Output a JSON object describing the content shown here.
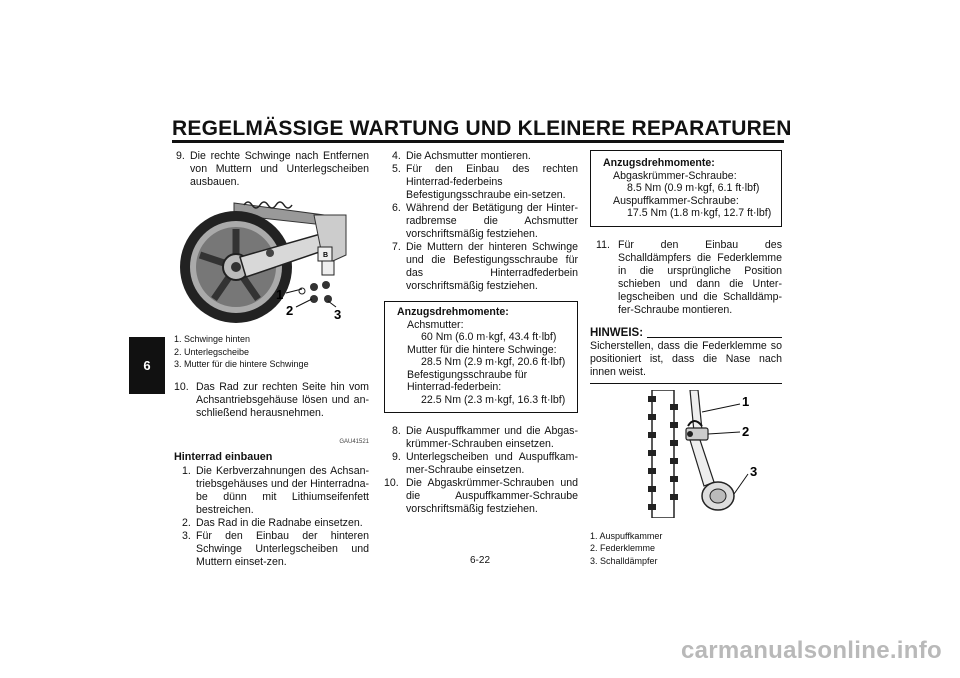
{
  "header": {
    "title": "REGELMÄSSIGE WARTUNG UND KLEINERE REPARATUREN"
  },
  "chapter_tab": "6",
  "col1": {
    "step9": {
      "num": "9.",
      "text": "Die rechte Schwinge nach Entfernen von Muttern und Unterlegscheiben ausbauen."
    },
    "figure1": {
      "callouts": [
        "1",
        "2",
        "3"
      ]
    },
    "caption1": [
      "1. Schwinge hinten",
      "2. Unterlegscheibe",
      "3. Mutter für die hintere Schwinge"
    ],
    "step10": {
      "num": "10.",
      "text": "Das Rad zur rechten Seite hin vom Achsantriebsgehäuse lösen und an-schließend herausnehmen."
    },
    "ref_code": "GAU41521",
    "section_title": "Hinterrad einbauen",
    "steps": [
      {
        "num": "1.",
        "text": "Die Kerbverzahnungen des Achsan-triebsgehäuses und der Hinterradna-be dünn mit Lithiumseifenfett bestreichen."
      },
      {
        "num": "2.",
        "text": "Das Rad in die Radnabe einsetzen."
      },
      {
        "num": "3.",
        "text": "Für den Einbau der hinteren Schwinge Unterlegscheiben und Muttern einset-zen."
      }
    ]
  },
  "col2": {
    "steps_a": [
      {
        "num": "4.",
        "text": "Die Achsmutter montieren."
      },
      {
        "num": "5.",
        "text": "Für den Einbau des rechten Hinterrad-federbeins Befestigungsschraube ein-setzen."
      },
      {
        "num": "6.",
        "text": "Während der Betätigung der Hinter-radbremse die Achsmutter vorschriftsmäßig festziehen."
      },
      {
        "num": "7.",
        "text": "Die Muttern der hinteren Schwinge und die Befestigungsschraube für das Hinterradfederbein vorschriftsmäßig festziehen."
      }
    ],
    "torque": {
      "title": "Anzugsdrehmomente:",
      "l1": "Achsmutter:",
      "v1": "60 Nm (6.0 m·kgf, 43.4 ft·lbf)",
      "l2": "Mutter für die hintere Schwinge:",
      "v2": "28.5 Nm (2.9 m·kgf, 20.6 ft·lbf)",
      "l3": "Befestigungsschraube für Hinterrad-federbein:",
      "v3": "22.5 Nm (2.3 m·kgf, 16.3 ft·lbf)"
    },
    "steps_b": [
      {
        "num": "8.",
        "text": "Die Auspuffkammer und die Abgas-krümmer-Schrauben einsetzen."
      },
      {
        "num": "9.",
        "text": "Unterlegscheiben und Auspuffkam-mer-Schraube einsetzen."
      },
      {
        "num": "10.",
        "text": "Die Abgaskrümmer-Schrauben und die Auspuffkammer-Schraube vorschriftsmäßig festziehen."
      }
    ]
  },
  "col3": {
    "torque": {
      "title": "Anzugsdrehmomente:",
      "l1": "Abgaskrümmer-Schraube:",
      "v1": "8.5 Nm (0.9 m·kgf, 6.1 ft·lbf)",
      "l2": "Auspuffkammer-Schraube:",
      "v2": "17.5 Nm (1.8 m·kgf, 12.7 ft·lbf)"
    },
    "step11": {
      "num": "11.",
      "text": "Für den Einbau des Schalldämpfers die Federklemme in die ursprüngliche Position schieben und dann die Unter-legscheiben und die Schalldämp-fer-Schraube montieren."
    },
    "hinweis_title": "HINWEIS:",
    "hinweis_text": "Sicherstellen, dass die Federklemme so positioniert ist, dass die Nase nach innen weist.",
    "figure2": {
      "callouts": [
        "1",
        "2",
        "3"
      ]
    },
    "caption2": [
      "1. Auspuffkammer",
      "2. Federklemme",
      "3. Schalldämpfer"
    ]
  },
  "page_number": "6-22",
  "watermark": "carmanualsonline.info"
}
